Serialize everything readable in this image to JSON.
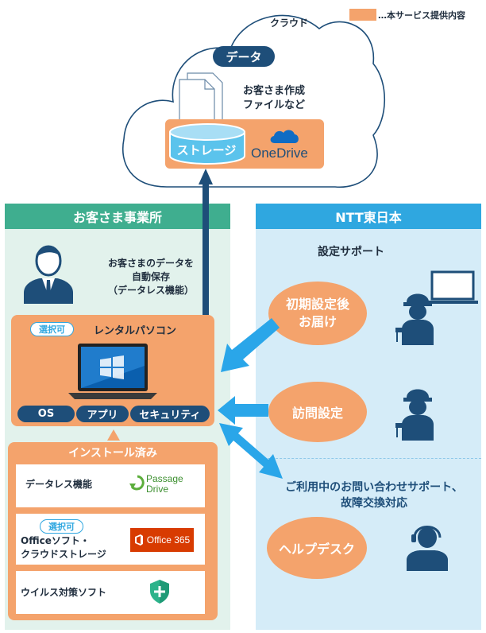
{
  "legend": {
    "label": "…本サービス提供内容",
    "color": "#f4a36c"
  },
  "cloud": {
    "label": "クラウド",
    "data_pill": "データ",
    "doc_caption_line1": "お客さま作成",
    "doc_caption_line2": "ファイルなど",
    "storage_label": "ストレージ",
    "onedrive_label": "OneDrive"
  },
  "customer": {
    "header": "お客さま事業所",
    "caption_line1": "お客さまのデータを",
    "caption_line2": "自動保存",
    "caption_line3": "（データレス機能）",
    "pc": {
      "tag": "選択可",
      "title": "レンタルパソコン",
      "chips": [
        "OS",
        "アプリ",
        "セキュリティ"
      ]
    },
    "installed": {
      "header": "インストール済み",
      "dataless": {
        "label": "データレス機能",
        "logo_line1": "Passage",
        "logo_line2": "Drive"
      },
      "office": {
        "tag": "選択可",
        "label_line1": "Officeソフト・",
        "label_line2": "クラウドストレージ",
        "logo": "Office 365"
      },
      "antivirus": {
        "label": "ウイルス対策ソフト"
      }
    }
  },
  "ntt": {
    "header": "NTT東日本",
    "setup_title": "設定サポート",
    "initial_line1": "初期設定後",
    "initial_line2": "お届け",
    "visit": "訪問設定",
    "support_line1": "ご利用中のお問い合わせサポート、",
    "support_line2": "故障交換対応",
    "helpdesk": "ヘルプデスク"
  },
  "colors": {
    "orange": "#f4a36c",
    "navy": "#1e4e79",
    "green": "#3fae8f",
    "blue": "#2fa7e0",
    "arrow": "#2aa6e9"
  }
}
